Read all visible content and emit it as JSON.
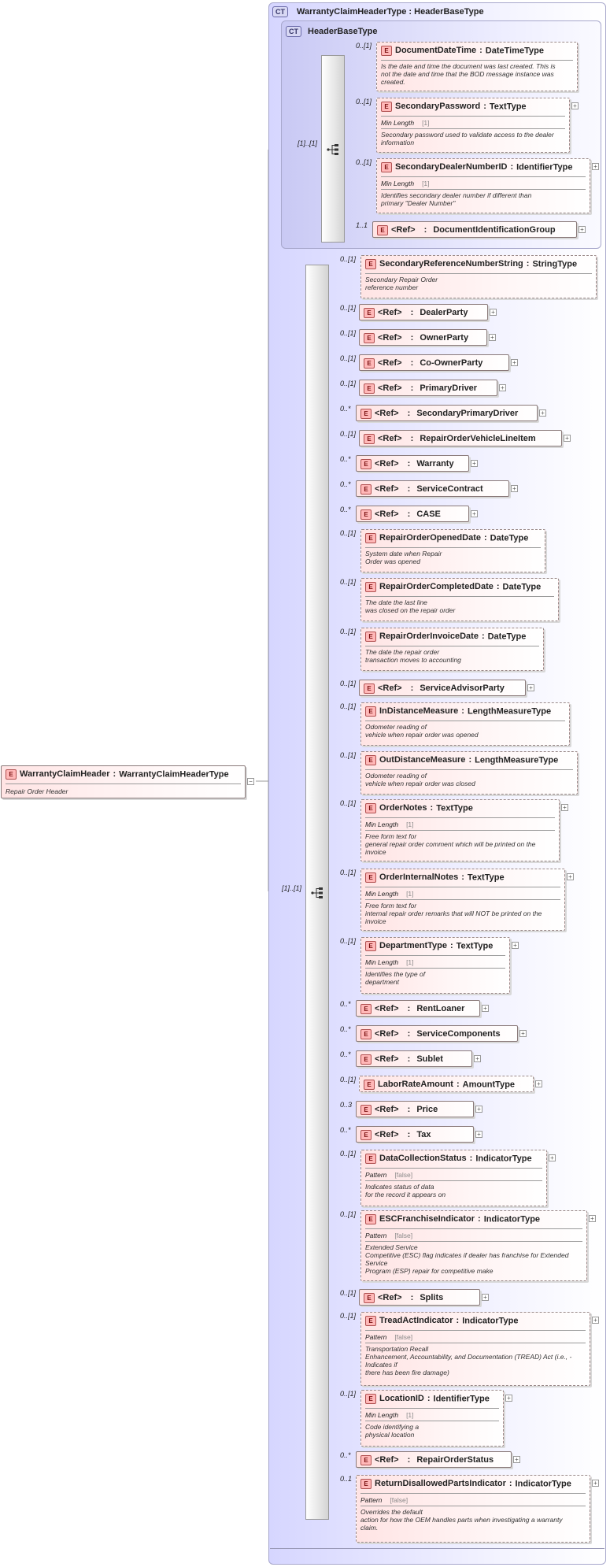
{
  "root": {
    "name": "WarrantyClaimHeader",
    "type": "WarrantyClaimHeaderType",
    "doc": "Repair Order Header"
  },
  "outer_type": {
    "badge": "CT",
    "title": "WarrantyClaimHeaderType : HeaderBaseType"
  },
  "base_type": {
    "badge": "CT",
    "title": "HeaderBaseType",
    "sequence_cardinality": "[1]..[1]",
    "elements": [
      {
        "name": "DocumentDateTime",
        "type": "DateTimeType",
        "card": "0..[1]",
        "doc": "Is the date and time the document was last created. This is\n   not the date and time that the BOD message instance was\ncreated."
      },
      {
        "name": "SecondaryPassword",
        "type": "TextType",
        "card": "0..[1]",
        "facet": "Min Length",
        "facet_value": "[1]",
        "doc": "Secondary password used to validate access to the dealer\ninformation"
      },
      {
        "name": "SecondaryDealerNumberID",
        "type": "IdentifierType",
        "card": "0..[1]",
        "facet": "Min Length",
        "facet_value": "[1]",
        "doc": "Identifies secondary dealer number if different than\nprimary \"Dealer Number\""
      },
      {
        "ref": "<Ref>",
        "name": "DocumentIdentificationGroup",
        "card": "1..1"
      }
    ]
  },
  "main_sequence": {
    "cardinality": "[1]..[1]",
    "elements": [
      {
        "name": "SecondaryReferenceNumberString",
        "type": "StringType",
        "card": "0..[1]",
        "doc": "Secondary Repair Order\nreference number"
      },
      {
        "ref": "<Ref>",
        "name": "DealerParty",
        "card": "0..[1]"
      },
      {
        "ref": "<Ref>",
        "name": "OwnerParty",
        "card": "0..[1]"
      },
      {
        "ref": "<Ref>",
        "name": "Co-OwnerParty",
        "card": "0..[1]"
      },
      {
        "ref": "<Ref>",
        "name": "PrimaryDriver",
        "card": "0..[1]"
      },
      {
        "ref": "<Ref>",
        "name": "SecondaryPrimaryDriver",
        "card": "0..*"
      },
      {
        "ref": "<Ref>",
        "name": "RepairOrderVehicleLineItem",
        "card": "0..[1]"
      },
      {
        "ref": "<Ref>",
        "name": "Warranty",
        "card": "0..*"
      },
      {
        "ref": "<Ref>",
        "name": "ServiceContract",
        "card": "0..*"
      },
      {
        "ref": "<Ref>",
        "name": "CASE",
        "card": "0..*"
      },
      {
        "name": "RepairOrderOpenedDate",
        "type": "DateType",
        "card": "0..[1]",
        "doc": "System date when Repair\nOrder was opened"
      },
      {
        "name": "RepairOrderCompletedDate",
        "type": "DateType",
        "card": "0..[1]",
        "doc": "The date the last line\nwas closed on the repair order"
      },
      {
        "name": "RepairOrderInvoiceDate",
        "type": "DateType",
        "card": "0..[1]",
        "doc": "The date the repair order\ntransaction moves to accounting"
      },
      {
        "ref": "<Ref>",
        "name": "ServiceAdvisorParty",
        "card": "0..[1]"
      },
      {
        "name": "InDistanceMeasure",
        "type": "LengthMeasureType",
        "card": "0..[1]",
        "doc": "Odometer reading of\nvehicle when repair order was opened"
      },
      {
        "name": "OutDistanceMeasure",
        "type": "LengthMeasureType",
        "card": "0..[1]",
        "doc": "Odometer reading of\nvehicle when repair order was closed"
      },
      {
        "name": "OrderNotes",
        "type": "TextType",
        "card": "0..[1]",
        "facet": "Min Length",
        "facet_value": "[1]",
        "doc": "Free form text for\n   general repair order comment which will be printed on the\ninvoice"
      },
      {
        "name": "OrderInternalNotes",
        "type": "TextType",
        "card": "0..[1]",
        "facet": "Min Length",
        "facet_value": "[1]",
        "doc": "Free form text for\n   internal repair order remarks that will NOT be printed on the\ninvoice"
      },
      {
        "name": "DepartmentType",
        "type": "TextType",
        "card": "0..[1]",
        "facet": "Min Length",
        "facet_value": "[1]",
        "doc": "Identifies the type of\ndepartment"
      },
      {
        "ref": "<Ref>",
        "name": "RentLoaner",
        "card": "0..*"
      },
      {
        "ref": "<Ref>",
        "name": "ServiceComponents",
        "card": "0..*"
      },
      {
        "ref": "<Ref>",
        "name": "Sublet",
        "card": "0..*"
      },
      {
        "name": "LaborRateAmount",
        "type": "AmountType",
        "card": "0..[1]"
      },
      {
        "ref": "<Ref>",
        "name": "Price",
        "card": "0..3"
      },
      {
        "ref": "<Ref>",
        "name": "Tax",
        "card": "0..*"
      },
      {
        "name": "DataCollectionStatus",
        "type": "IndicatorType",
        "card": "0..[1]",
        "facet": "Pattern",
        "facet_value": "[false]",
        "doc": "Indicates status of data\nfor the record it appears on"
      },
      {
        "name": "ESCFranchiseIndicator",
        "type": "IndicatorType",
        "card": "0..[1]",
        "facet": "Pattern",
        "facet_value": "[false]",
        "doc": "Extended Service\nCompetitive (ESC) flag indicates if dealer has franchise for Extended\nService\nProgram (ESP) repair for competitive make"
      },
      {
        "ref": "<Ref>",
        "name": "Splits",
        "card": "0..[1]"
      },
      {
        "name": "TreadActIndicator",
        "type": "IndicatorType",
        "card": "0..[1]",
        "facet": "Pattern",
        "facet_value": "[false]",
        "doc": "Transportation Recall\nEnhancement, Accountability, and Documentation (TREAD) Act (i.e., -\nIndicates if\nthere has been fire damage)"
      },
      {
        "name": "LocationID",
        "type": "IdentifierType",
        "card": "0..[1]",
        "facet": "Min Length",
        "facet_value": "[1]",
        "doc": "Code identifying a\nphysical location"
      },
      {
        "ref": "<Ref>",
        "name": "RepairOrderStatus",
        "card": "0..*"
      },
      {
        "name": "ReturnDisallowedPartsIndicator",
        "type": "IndicatorType",
        "card": "0..1",
        "facet": "Pattern",
        "facet_value": "[false]",
        "doc": "Overrides the default\n   action for how the OEM handles parts when investigating a warranty\nclaim."
      }
    ]
  }
}
